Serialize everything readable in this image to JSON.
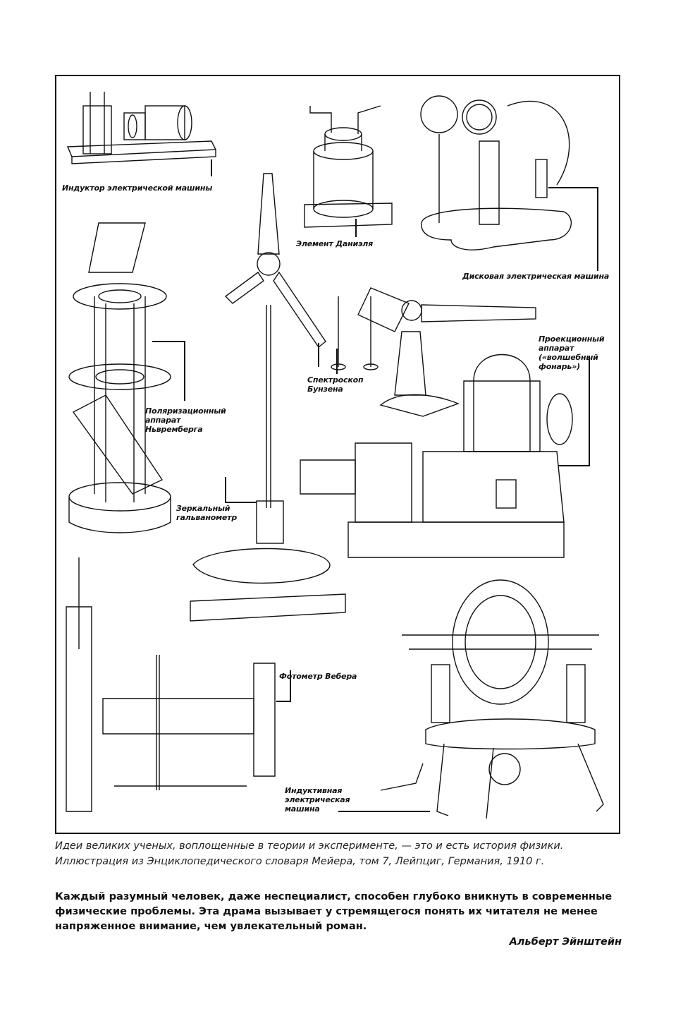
{
  "figure": {
    "labels": {
      "inductor": "Индуктор электрической машины",
      "daniell": "Элемент Даниэля",
      "disk_machine": "Дисковая электрическая машина",
      "projector_1": "Проекционный",
      "projector_2": "аппарат",
      "projector_3": "(«волшебный",
      "projector_4": "фонарь»)",
      "spectroscope_1": "Спектроскоп",
      "spectroscope_2": "Бунзена",
      "polarization_1": "Поляризационный",
      "polarization_2": "аппарат",
      "polarization_3": "Ньвремберга",
      "galvanometer_1": "Зеркальный",
      "galvanometer_2": "гальванометр",
      "photometer": "Фотометр Вебера",
      "induction_1": "Индуктивная",
      "induction_2": "электрическая",
      "induction_3": "машина"
    }
  },
  "caption": {
    "line1": "Идеи великих ученых, воплощенные в теории и эксперименте, — это и есть история физики.",
    "line2": "Иллюстрация из Энциклопедического словаря Мейера, том 7, Лейпциг, Германия, 1910 г."
  },
  "quote": {
    "text": "Каждый разумный человек, даже неспециалист, способен глубоко вникнуть в современные физические проблемы. Эта драма вызывает у стремящегося понять их читателя не менее напряженное внимание, чем увлекательный роман.",
    "author": "Альберт Эйнштейн"
  }
}
